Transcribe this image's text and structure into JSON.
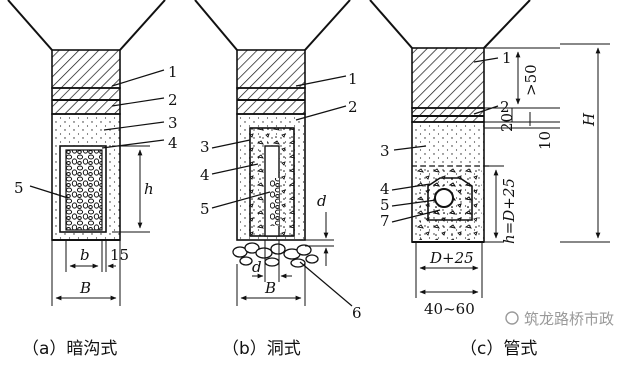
{
  "panels": [
    {
      "caption": "（a）暗沟式",
      "labels": {
        "n1": "1",
        "n2": "2",
        "n3": "3",
        "n4": "4",
        "n5": "5",
        "h": "h",
        "b": "b",
        "w15": "15",
        "B": "B"
      }
    },
    {
      "caption": "（b）洞式",
      "labels": {
        "n1": "1",
        "n2": "2",
        "n3": "3",
        "n4": "4",
        "n5": "5",
        "n6": "6",
        "d_v": "d",
        "d_h": "d",
        "B": "B"
      }
    },
    {
      "caption": "（c）管式",
      "labels": {
        "n1": "1",
        "n2": "2",
        "n3": "3",
        "n4": "4",
        "n5": "5",
        "n7": "7",
        "gt50": ">50",
        "d20": "20",
        "d10": "10",
        "H": "H",
        "hd": "h=D+25",
        "D25": "D+25",
        "w4060": "40~60"
      }
    }
  ],
  "watermark": "筑龙路桥市政"
}
